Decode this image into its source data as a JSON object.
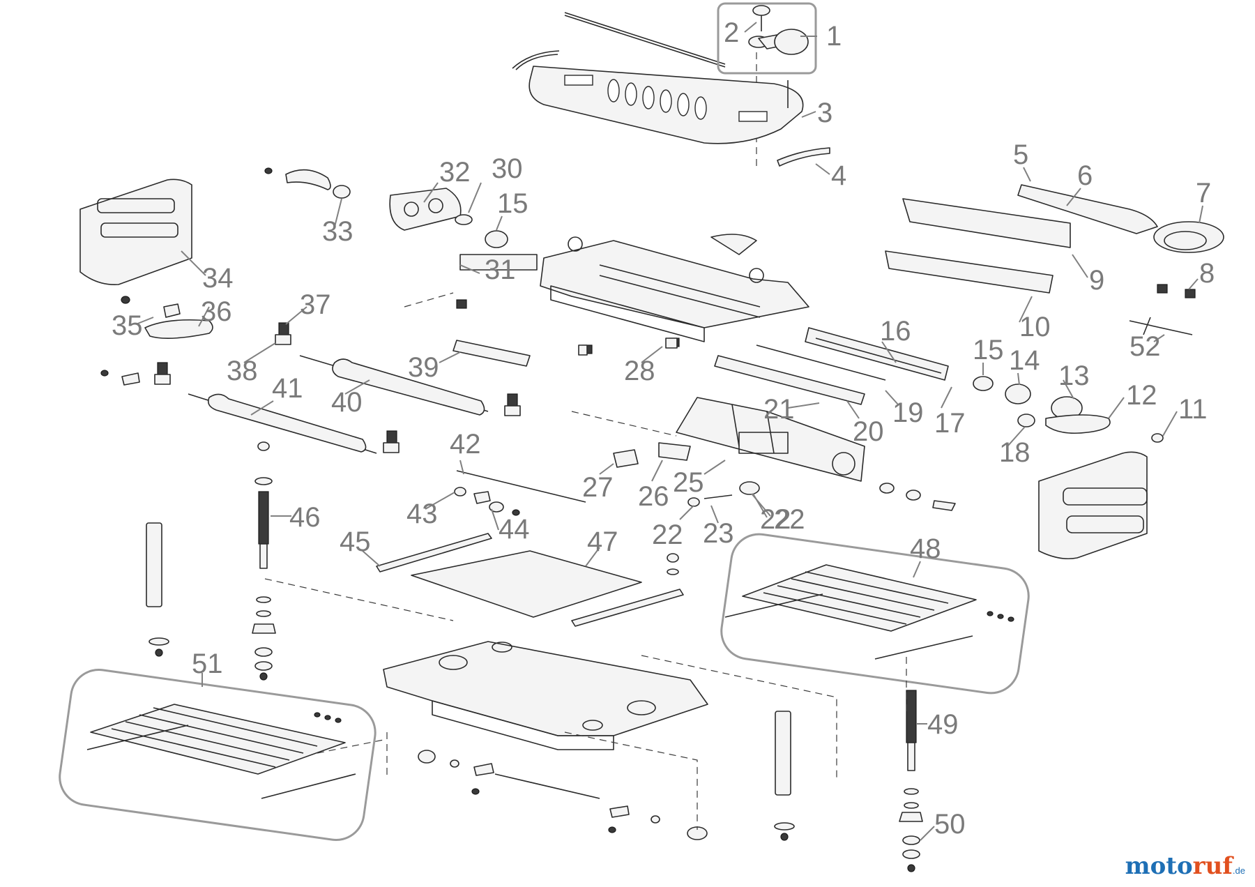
{
  "callouts": [
    "1",
    "2",
    "3",
    "4",
    "5",
    "6",
    "7",
    "8",
    "9",
    "10",
    "11",
    "12",
    "13",
    "14",
    "15",
    "15",
    "16",
    "17",
    "18",
    "19",
    "20",
    "21",
    "22",
    "22",
    "22",
    "23",
    "25",
    "26",
    "27",
    "28",
    "30",
    "31",
    "32",
    "33",
    "34",
    "35",
    "36",
    "37",
    "38",
    "39",
    "40",
    "41",
    "42",
    "43",
    "44",
    "45",
    "46",
    "47",
    "48",
    "49",
    "50",
    "51",
    "52"
  ],
  "watermark": {
    "part1": "moto",
    "part2": "ruf",
    "part3": ".de",
    "color_blue": "#1e6fb5",
    "color_orange": "#e1501f"
  },
  "colors": {
    "line": "#2a2a2a",
    "callout_text": "#7a7a7a",
    "group_box": "#9a9a9a",
    "background": "#ffffff"
  }
}
